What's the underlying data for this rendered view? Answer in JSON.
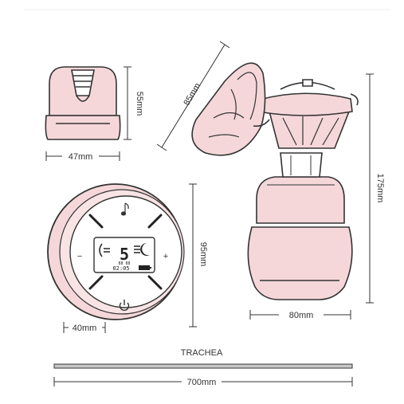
{
  "colors": {
    "background": "#ffffff",
    "product_fill": "#f5d7da",
    "outline": "#333333",
    "cable": "#c8c8c8"
  },
  "dimensions": {
    "base_height": "55mm",
    "base_width": "47mm",
    "flange_diameter": "85mm",
    "pump_height": "175mm",
    "pump_width": "80mm",
    "controller_height": "95mm",
    "controller_depth": "40mm",
    "tube_length": "700mm"
  },
  "tube_label": "TRACHEA",
  "controller": {
    "minus": "−",
    "plus": "+",
    "icons": [
      "music-note-icon",
      "power-icon"
    ],
    "display": {
      "level": "5",
      "timer": "02:05",
      "code": "88 88"
    }
  }
}
